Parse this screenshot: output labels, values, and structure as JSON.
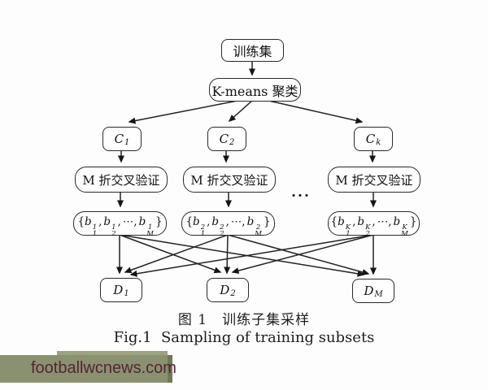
{
  "figure": {
    "nodes": {
      "training_set": "训练集",
      "kmeans": "K-means 聚类",
      "cv": "M 折交叉验证",
      "ellipsis": "..."
    },
    "clusters": [
      {
        "base": "C",
        "sub": "1"
      },
      {
        "base": "C",
        "sub": "2"
      },
      {
        "base": "C",
        "sub": "k"
      }
    ],
    "subset_sups": [
      "1",
      "2",
      "K"
    ],
    "math_tokens": {
      "open": "{",
      "b": "b",
      "sub1": "1",
      "sub2": "2",
      "subM": "M",
      "comma": ",",
      "cdots": "⋯",
      "close": "}"
    },
    "d_nodes": [
      {
        "base": "D",
        "sub": "1"
      },
      {
        "base": "D",
        "sub": "2"
      },
      {
        "base": "D",
        "sub": "M"
      }
    ]
  },
  "caption": {
    "zh": "图 1　训练子集采样",
    "en": "Fig.1  Sampling of training subsets"
  },
  "watermark": {
    "text": "footballwcnews.com"
  },
  "colors": {
    "line": "#222222",
    "box_border": "#2a2a2a",
    "watermark_bg": "#8a9170",
    "watermark_tab": "#9ba181",
    "watermark_edge": "#6f7955",
    "watermark_text": "#542531"
  }
}
